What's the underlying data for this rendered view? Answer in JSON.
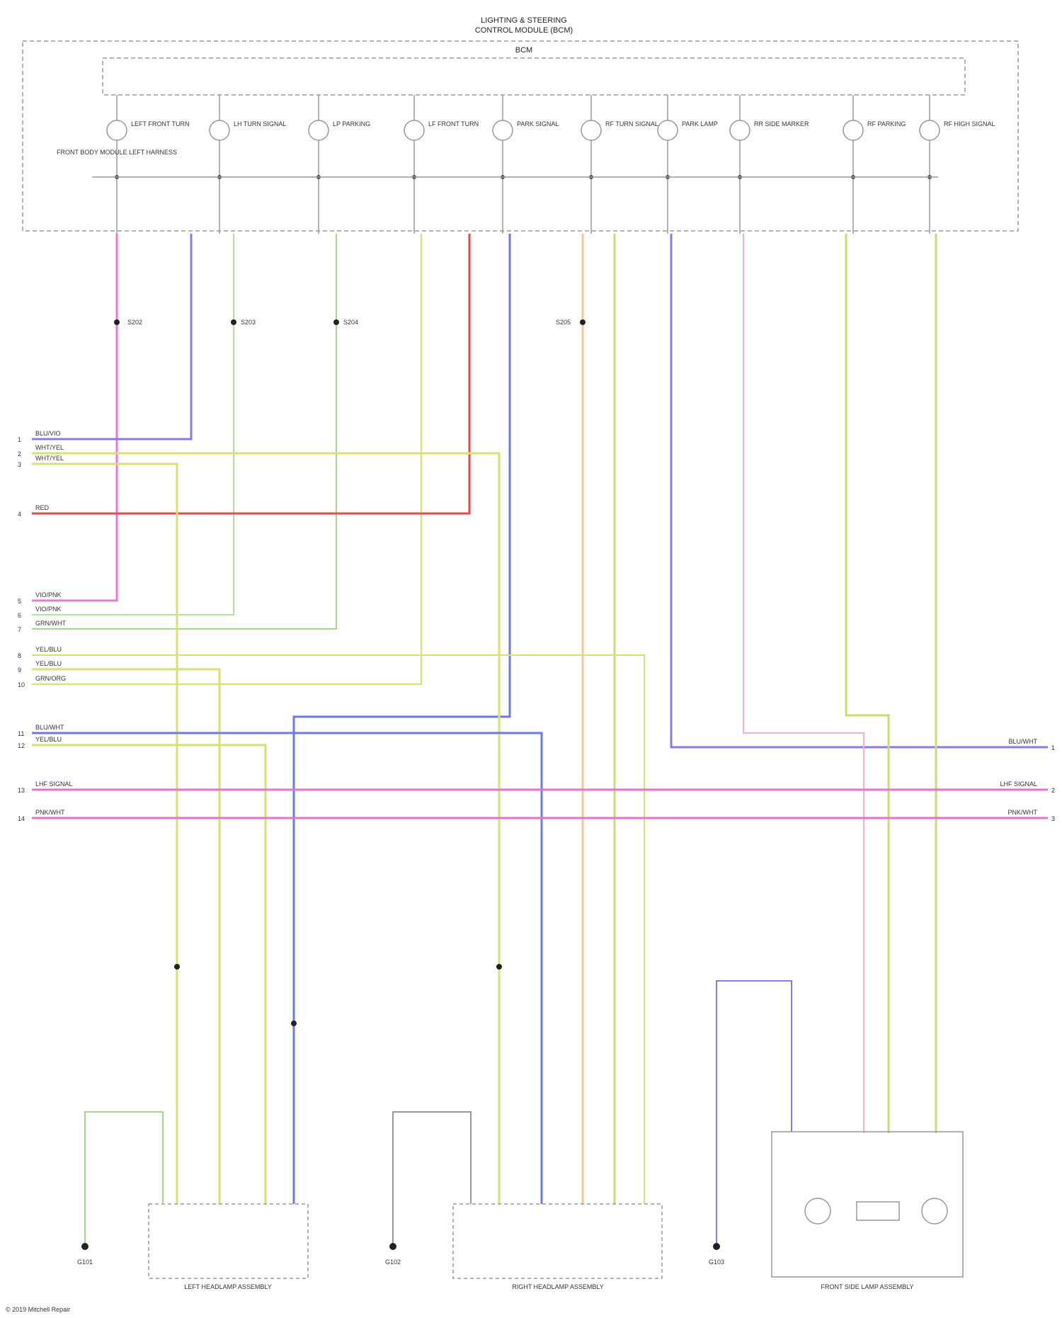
{
  "module": {
    "title_line1": "LIGHTING & STEERING",
    "title_line2": "CONTROL MODULE (BCM)",
    "inner_label": "BCM"
  },
  "sub_circuits": [
    {
      "label": "LEFT FRONT TURN"
    },
    {
      "label": "LH TURN SIGNAL"
    },
    {
      "label": "LP PARKING"
    },
    {
      "label": "LF FRONT TURN"
    },
    {
      "label": "PARK SIGNAL"
    },
    {
      "label": "RF TURN SIGNAL"
    },
    {
      "label": "PARK LAMP"
    },
    {
      "label": "RR SIDE MARKER"
    },
    {
      "label": "RF PARKING"
    },
    {
      "label": "RF HIGH SIGNAL"
    }
  ],
  "left_side_label": "FRONT BODY MODULE LEFT HARNESS",
  "wires_left": [
    {
      "n": "1",
      "label": "BLU/VIO"
    },
    {
      "n": "2",
      "label": "WHT/YEL"
    },
    {
      "n": "3",
      "label": "WHT/YEL"
    },
    {
      "n": "4",
      "label": "RED"
    },
    {
      "n": "5",
      "label": "VIO/PNK"
    },
    {
      "n": "6",
      "label": "VIO/PNK"
    },
    {
      "n": "7",
      "label": "GRN/WHT"
    },
    {
      "n": "8",
      "label": "YEL/BLU"
    },
    {
      "n": "9",
      "label": "YEL/BLU"
    },
    {
      "n": "10",
      "label": "GRN/ORG"
    },
    {
      "n": "11",
      "label": "BLU/WHT"
    },
    {
      "n": "12",
      "label": "YEL/BLU"
    },
    {
      "n": "13",
      "label": "LHF SIGNAL"
    },
    {
      "n": "14",
      "label": "PNK/WHT"
    }
  ],
  "wires_right": [
    {
      "n": "1",
      "label": "BLU/WHT"
    },
    {
      "n": "2",
      "label": "LHF SIGNAL"
    },
    {
      "n": "3",
      "label": "PNK/WHT"
    }
  ],
  "splices": [
    {
      "label": "S202"
    },
    {
      "label": "S203"
    },
    {
      "label": "S204"
    },
    {
      "label": "S205"
    }
  ],
  "bottom_components": [
    {
      "label": "LEFT HEADLAMP ASSEMBLY"
    },
    {
      "label": "RIGHT HEADLAMP ASSEMBLY"
    },
    {
      "label": "FRONT SIDE LAMP ASSEMBLY"
    }
  ],
  "grounds": [
    {
      "label": "G101"
    },
    {
      "label": "G102"
    },
    {
      "label": "G103"
    }
  ],
  "footer": {
    "text": "© 2019 Mitchell Repair"
  },
  "colors": {
    "pink": "#e878d8",
    "violet": "#8a7ae8",
    "green": "#a8d890",
    "yellow": "#d8e070",
    "yellow_green": "#c8dc70",
    "red": "#e84848",
    "blue": "#6a7ae8",
    "orange": "#f0c890",
    "light_pink": "#f0b0d8",
    "magenta": "#e870d0"
  }
}
